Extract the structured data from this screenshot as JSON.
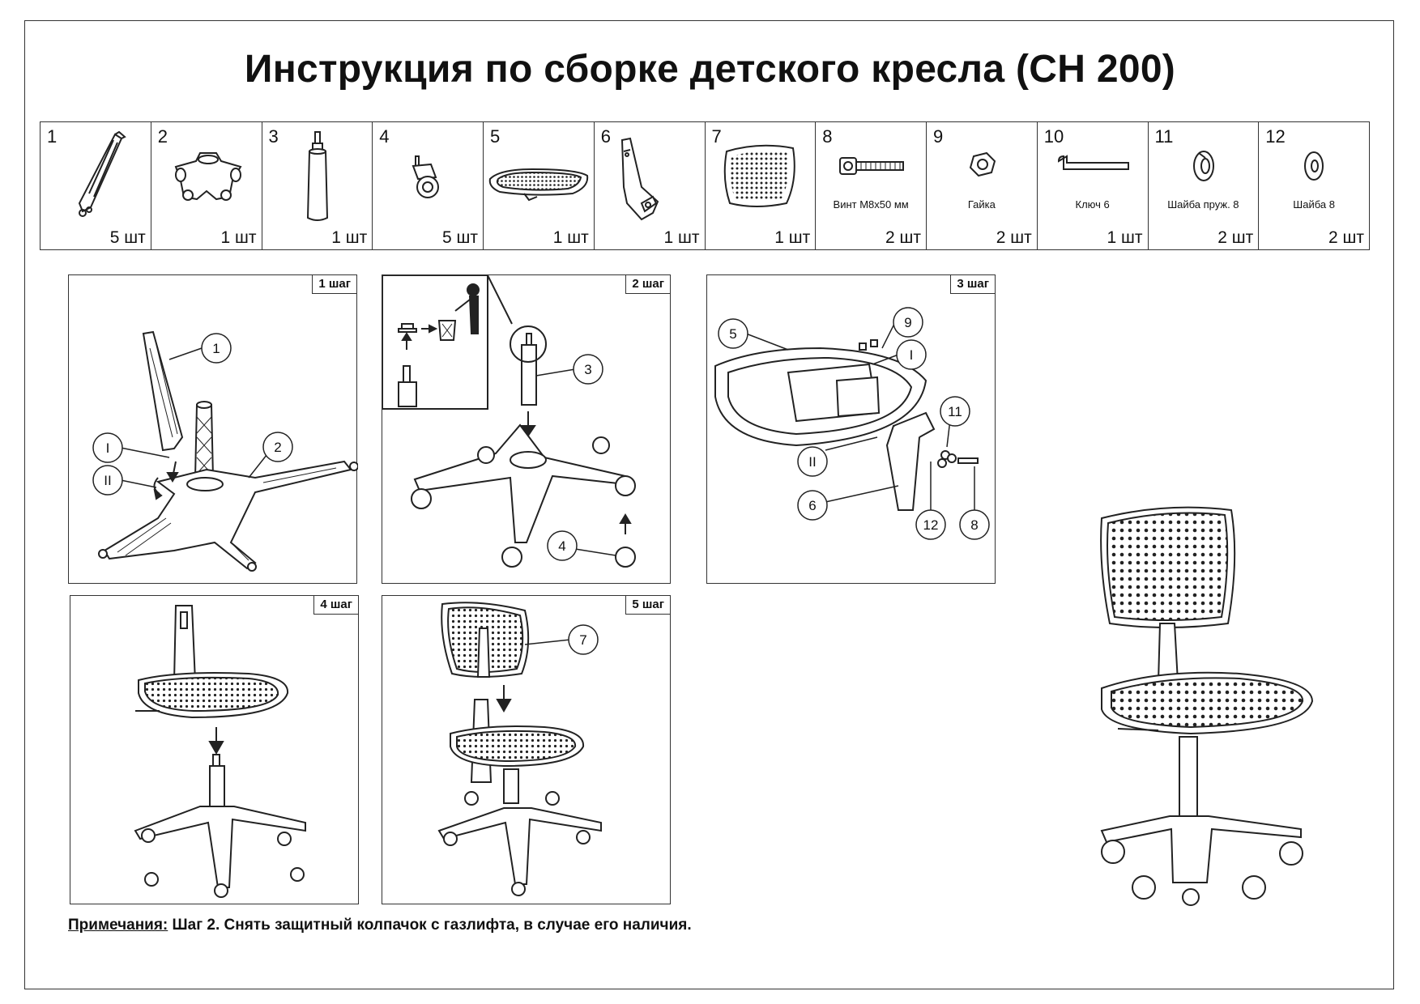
{
  "title": "Инструкция по сборке детского кресла (CH 200)",
  "parts": [
    {
      "num": "1",
      "caption": "",
      "qty": "5 шт",
      "icon": "armrest-leg-icon"
    },
    {
      "num": "2",
      "caption": "",
      "qty": "1 шт",
      "icon": "hub-icon"
    },
    {
      "num": "3",
      "caption": "",
      "qty": "1 шт",
      "icon": "gas-lift-icon"
    },
    {
      "num": "4",
      "caption": "",
      "qty": "5 шт",
      "icon": "caster-icon"
    },
    {
      "num": "5",
      "caption": "",
      "qty": "1 шт",
      "icon": "seat-icon"
    },
    {
      "num": "6",
      "caption": "",
      "qty": "1 шт",
      "icon": "backrest-bracket-icon"
    },
    {
      "num": "7",
      "caption": "",
      "qty": "1 шт",
      "icon": "backrest-icon"
    },
    {
      "num": "8",
      "caption": "Винт М8х50 мм",
      "qty": "2 шт",
      "icon": "bolt-icon"
    },
    {
      "num": "9",
      "caption": "Гайка",
      "qty": "2 шт",
      "icon": "nut-icon"
    },
    {
      "num": "10",
      "caption": "Ключ 6",
      "qty": "1 шт",
      "icon": "hex-key-icon"
    },
    {
      "num": "11",
      "caption": "Шайба пруж. 8",
      "qty": "2 шт",
      "icon": "spring-washer-icon"
    },
    {
      "num": "12",
      "caption": "Шайба  8",
      "qty": "2 шт",
      "icon": "washer-icon"
    }
  ],
  "steps": [
    {
      "label": "1 шаг",
      "callouts": [
        "1",
        "I",
        "II",
        "2"
      ]
    },
    {
      "label": "2 шаг",
      "callouts": [
        "3",
        "4"
      ]
    },
    {
      "label": "3 шаг",
      "callouts": [
        "5",
        "9",
        "I",
        "11",
        "II",
        "6",
        "12",
        "8"
      ]
    },
    {
      "label": "4 шаг",
      "callouts": []
    },
    {
      "label": "5 шаг",
      "callouts": [
        "7"
      ]
    }
  ],
  "note": {
    "label": "Примечания:",
    "text": " Шаг 2. Снять защитный колпачок с газлифта, в случае его наличия."
  }
}
